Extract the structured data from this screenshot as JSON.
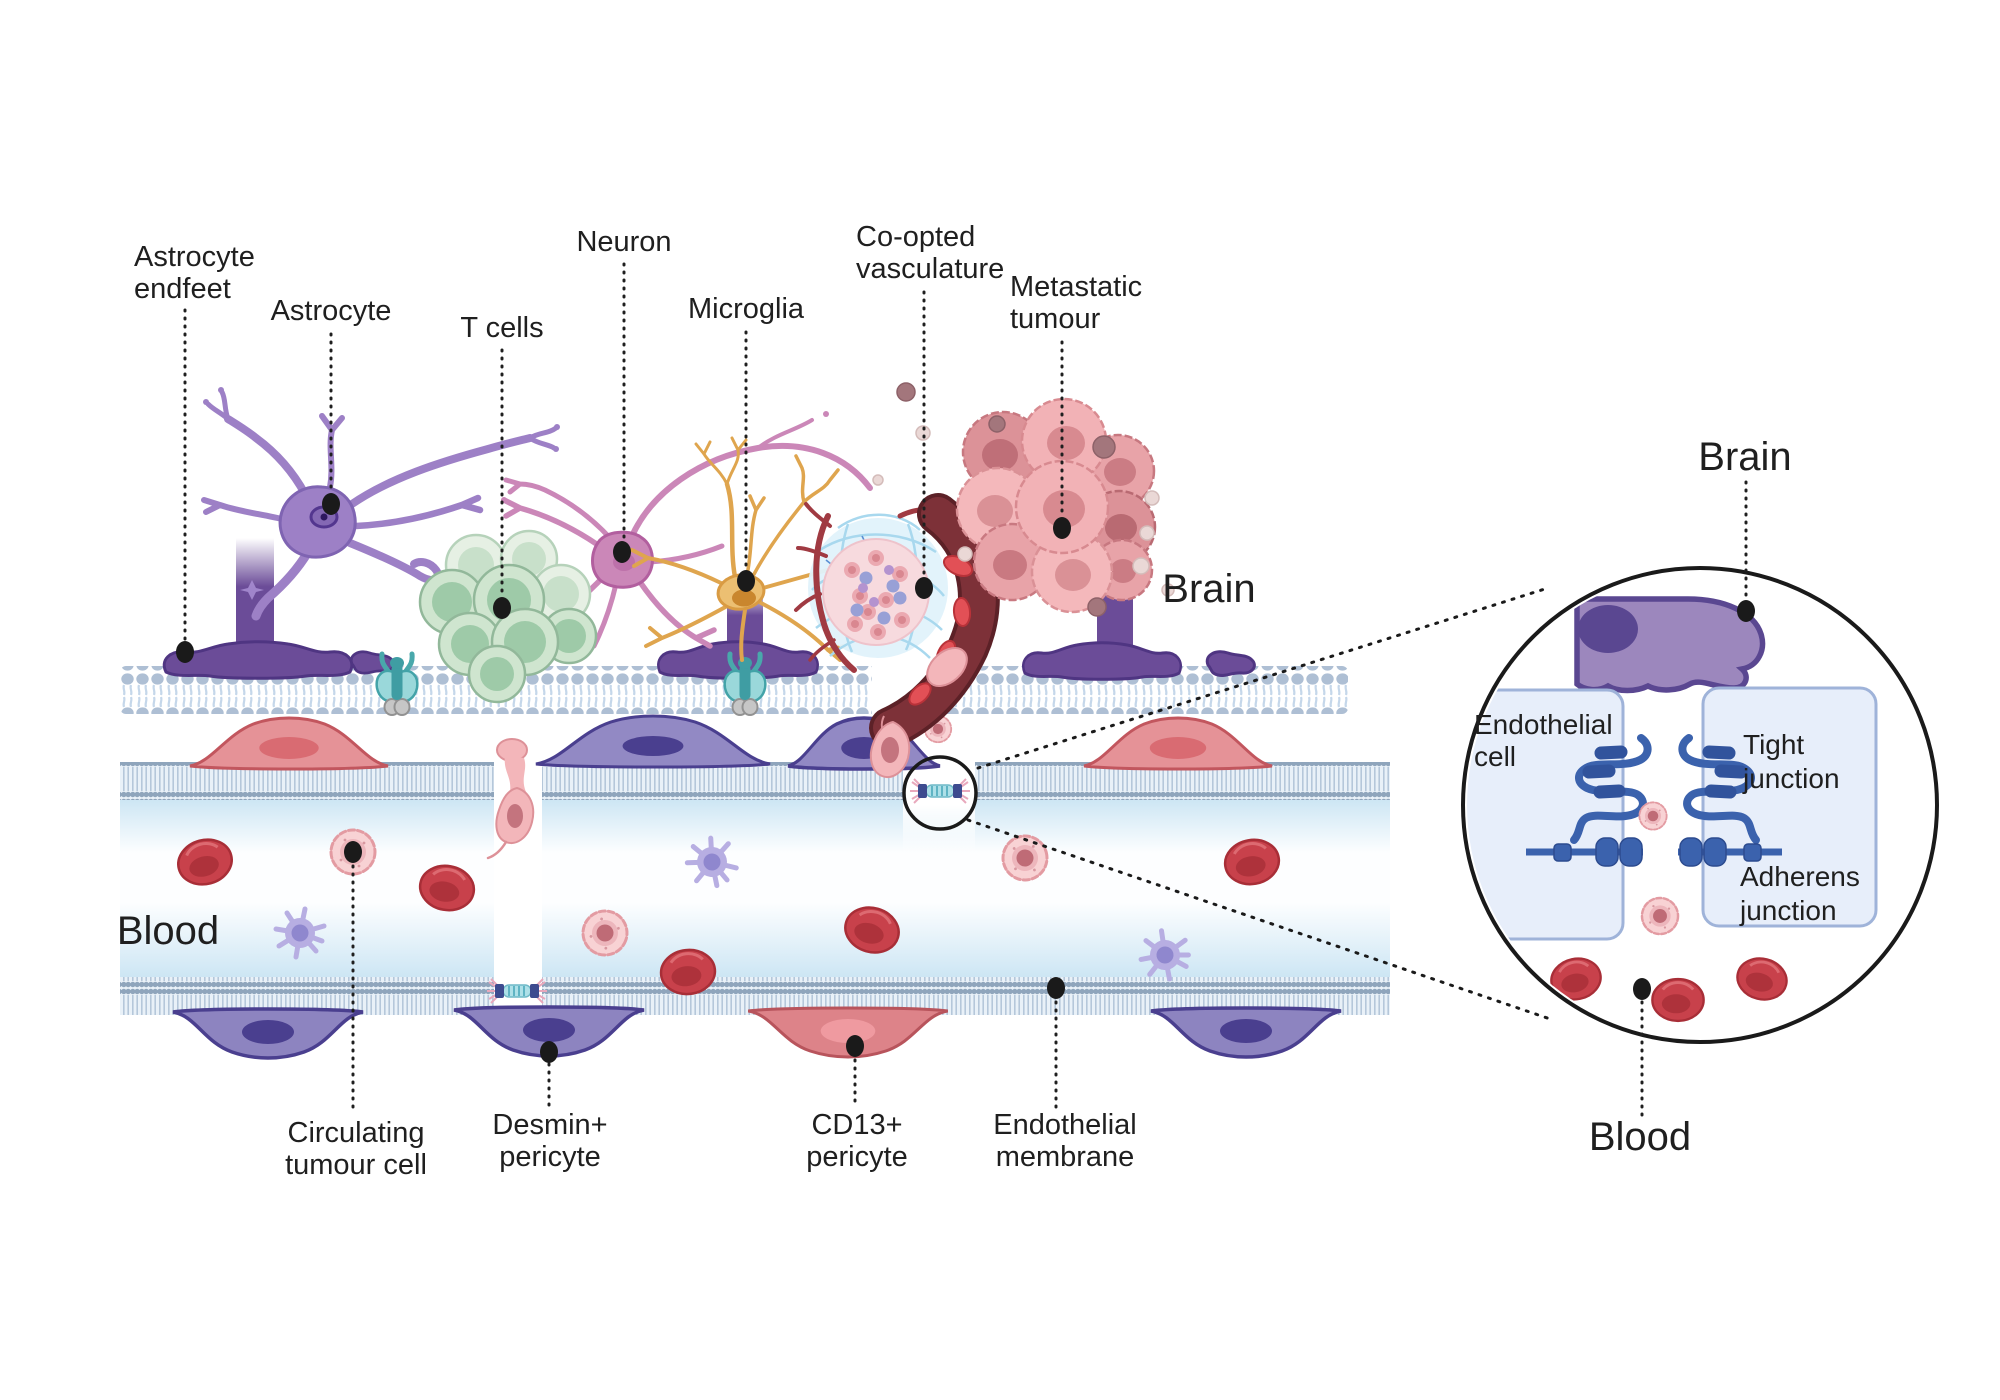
{
  "labels": {
    "astrocyte_endfeet": {
      "line1": "Astrocyte",
      "line2": "endfeet"
    },
    "astrocyte": {
      "text": "Astrocyte"
    },
    "t_cells": {
      "text": "T cells"
    },
    "neuron": {
      "text": "Neuron"
    },
    "microglia": {
      "text": "Microglia"
    },
    "co_opted_vasculature": {
      "line1": "Co-opted",
      "line2": "vasculature"
    },
    "metastatic_tumour": {
      "line1": "Metastatic",
      "line2": "tumour"
    },
    "brain": {
      "text": "Brain"
    },
    "blood": {
      "text": "Blood"
    },
    "circulating_tumour_cell": {
      "line1": "Circulating",
      "line2": "tumour cell"
    },
    "desmin_pericyte": {
      "line1": "Desmin+",
      "line2": "pericyte"
    },
    "cd13_pericyte": {
      "line1": "CD13+",
      "line2": "pericyte"
    },
    "endothelial_membrane": {
      "line1": "Endothelial",
      "line2": "membrane"
    }
  },
  "inset": {
    "brain": {
      "text": "Brain"
    },
    "blood": {
      "text": "Blood"
    },
    "endothelial_cell": {
      "line1": "Endothelial",
      "line2": "cell"
    },
    "tight_junction": {
      "line1": "Tight",
      "line2": "junction"
    },
    "adherens_junction": {
      "line1": "Adherens",
      "line2": "junction"
    }
  },
  "colors": {
    "astrocyte": "#9d80c6",
    "astrocyte_endfoot": "#6b4c98",
    "neuron": "#cb87b8",
    "microglia": "#ecbf72",
    "t_cell": "#cfe5cf",
    "tumour_cell": "#f2b2b6",
    "rbc": "#c8414b",
    "pericyte_purple": "#8d84c0",
    "pericyte_red": "#dd8389",
    "endothelial_red": "#e59297",
    "endothelial_purple": "#9289c4",
    "membrane_head": "#aebfd4",
    "receptor_teal": "#43a3a8",
    "junction_protein_blue": "#3b62ad",
    "co_opted_vessel": "#7b2f36",
    "immune_cell_lavender": "#b7aee2",
    "inset_cell_fill": "#e7eefa",
    "label_text": "#1f1f1f"
  }
}
